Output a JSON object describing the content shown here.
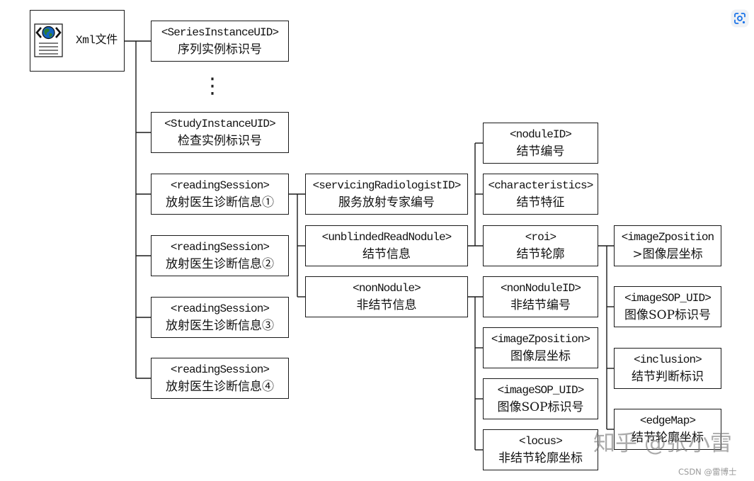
{
  "viewer": {
    "visual_search_icon": "visual-search-icon"
  },
  "diagram": {
    "root": {
      "icon": "xml-file-globe-icon",
      "label": "Xml文件"
    },
    "level1": {
      "series_instance_uid": {
        "tag": "<SeriesInstanceUID>",
        "desc": "序列实例标识号"
      },
      "ellipsis": "⋮",
      "study_instance_uid": {
        "tag": "<StudyInstanceUID>",
        "desc": "检查实例标识号"
      },
      "reading_sessions": [
        {
          "tag": "<readingSession>",
          "desc": "放射医生诊断信息①"
        },
        {
          "tag": "<readingSession>",
          "desc": "放射医生诊断信息②"
        },
        {
          "tag": "<readingSession>",
          "desc": "放射医生诊断信息③"
        },
        {
          "tag": "<readingSession>",
          "desc": "放射医生诊断信息④"
        }
      ]
    },
    "reading_session_children": [
      {
        "tag": "<servicingRadiologistID>",
        "desc": "服务放射专家编号"
      },
      {
        "tag": "<unblindedReadNodule>",
        "desc": "结节信息"
      },
      {
        "tag": "<nonNodule>",
        "desc": "非结节信息"
      }
    ],
    "unblinded_read_nodule_children": [
      {
        "tag": "<noduleID>",
        "desc": "结节编号"
      },
      {
        "tag": "<characteristics>",
        "desc": "结节特征"
      },
      {
        "tag": "<roi>",
        "desc": "结节轮廓"
      }
    ],
    "non_nodule_children": [
      {
        "tag": "<nonNoduleID>",
        "desc": "非结节编号"
      },
      {
        "tag": "<imageZposition>",
        "desc": "图像层坐标"
      },
      {
        "tag": "<imageSOP_UID>",
        "desc": "图像SOP标识号"
      },
      {
        "tag": "<locus>",
        "desc": "非结节轮廓坐标"
      }
    ],
    "roi_children": [
      {
        "tag": "<imageZposition",
        "desc": ">图像层坐标"
      },
      {
        "tag": "<imageSOP_UID>",
        "desc": "图像SOP标识号"
      },
      {
        "tag": "<inclusion>",
        "desc": "结节判断标识"
      },
      {
        "tag": "<edgeMap>",
        "desc": "结节轮廓坐标"
      }
    ]
  },
  "watermark": {
    "text": "知乎 @张小雷",
    "credit": "CSDN @雷博士"
  }
}
